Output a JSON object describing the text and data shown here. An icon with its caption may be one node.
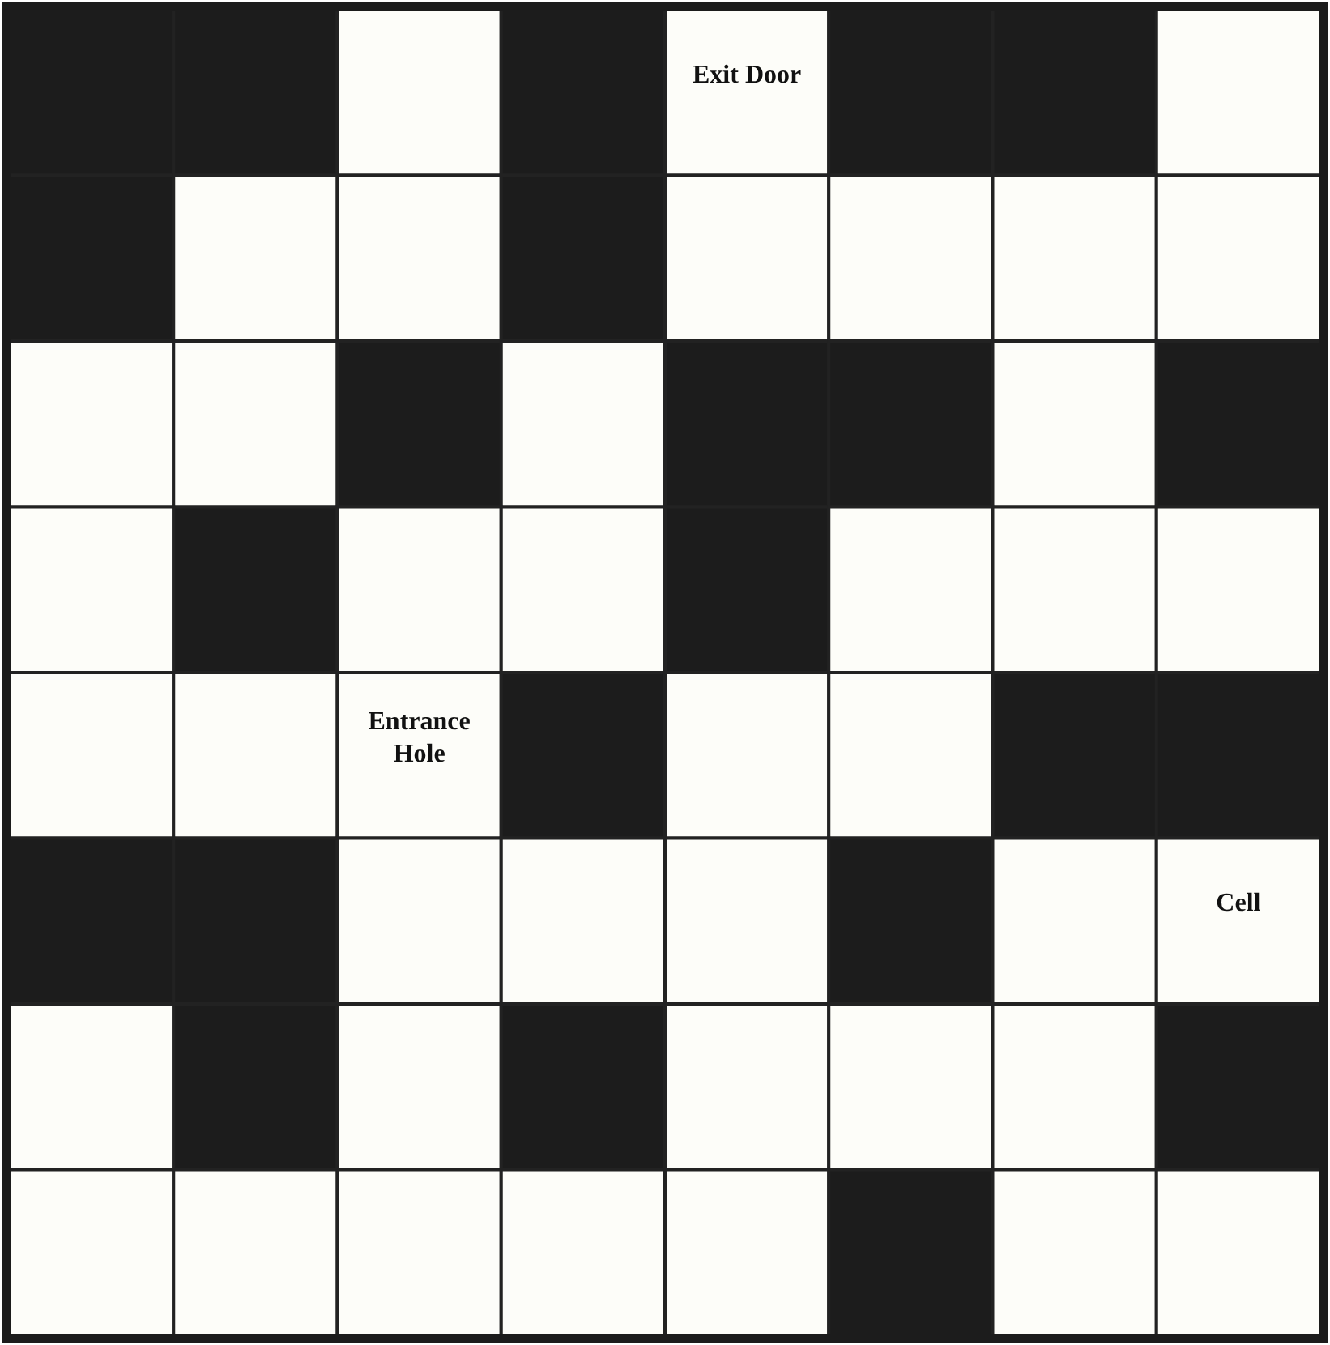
{
  "diagram": {
    "labels": [
      "Exit Door",
      "Entrance Hole",
      "Cell"
    ]
  }
}
